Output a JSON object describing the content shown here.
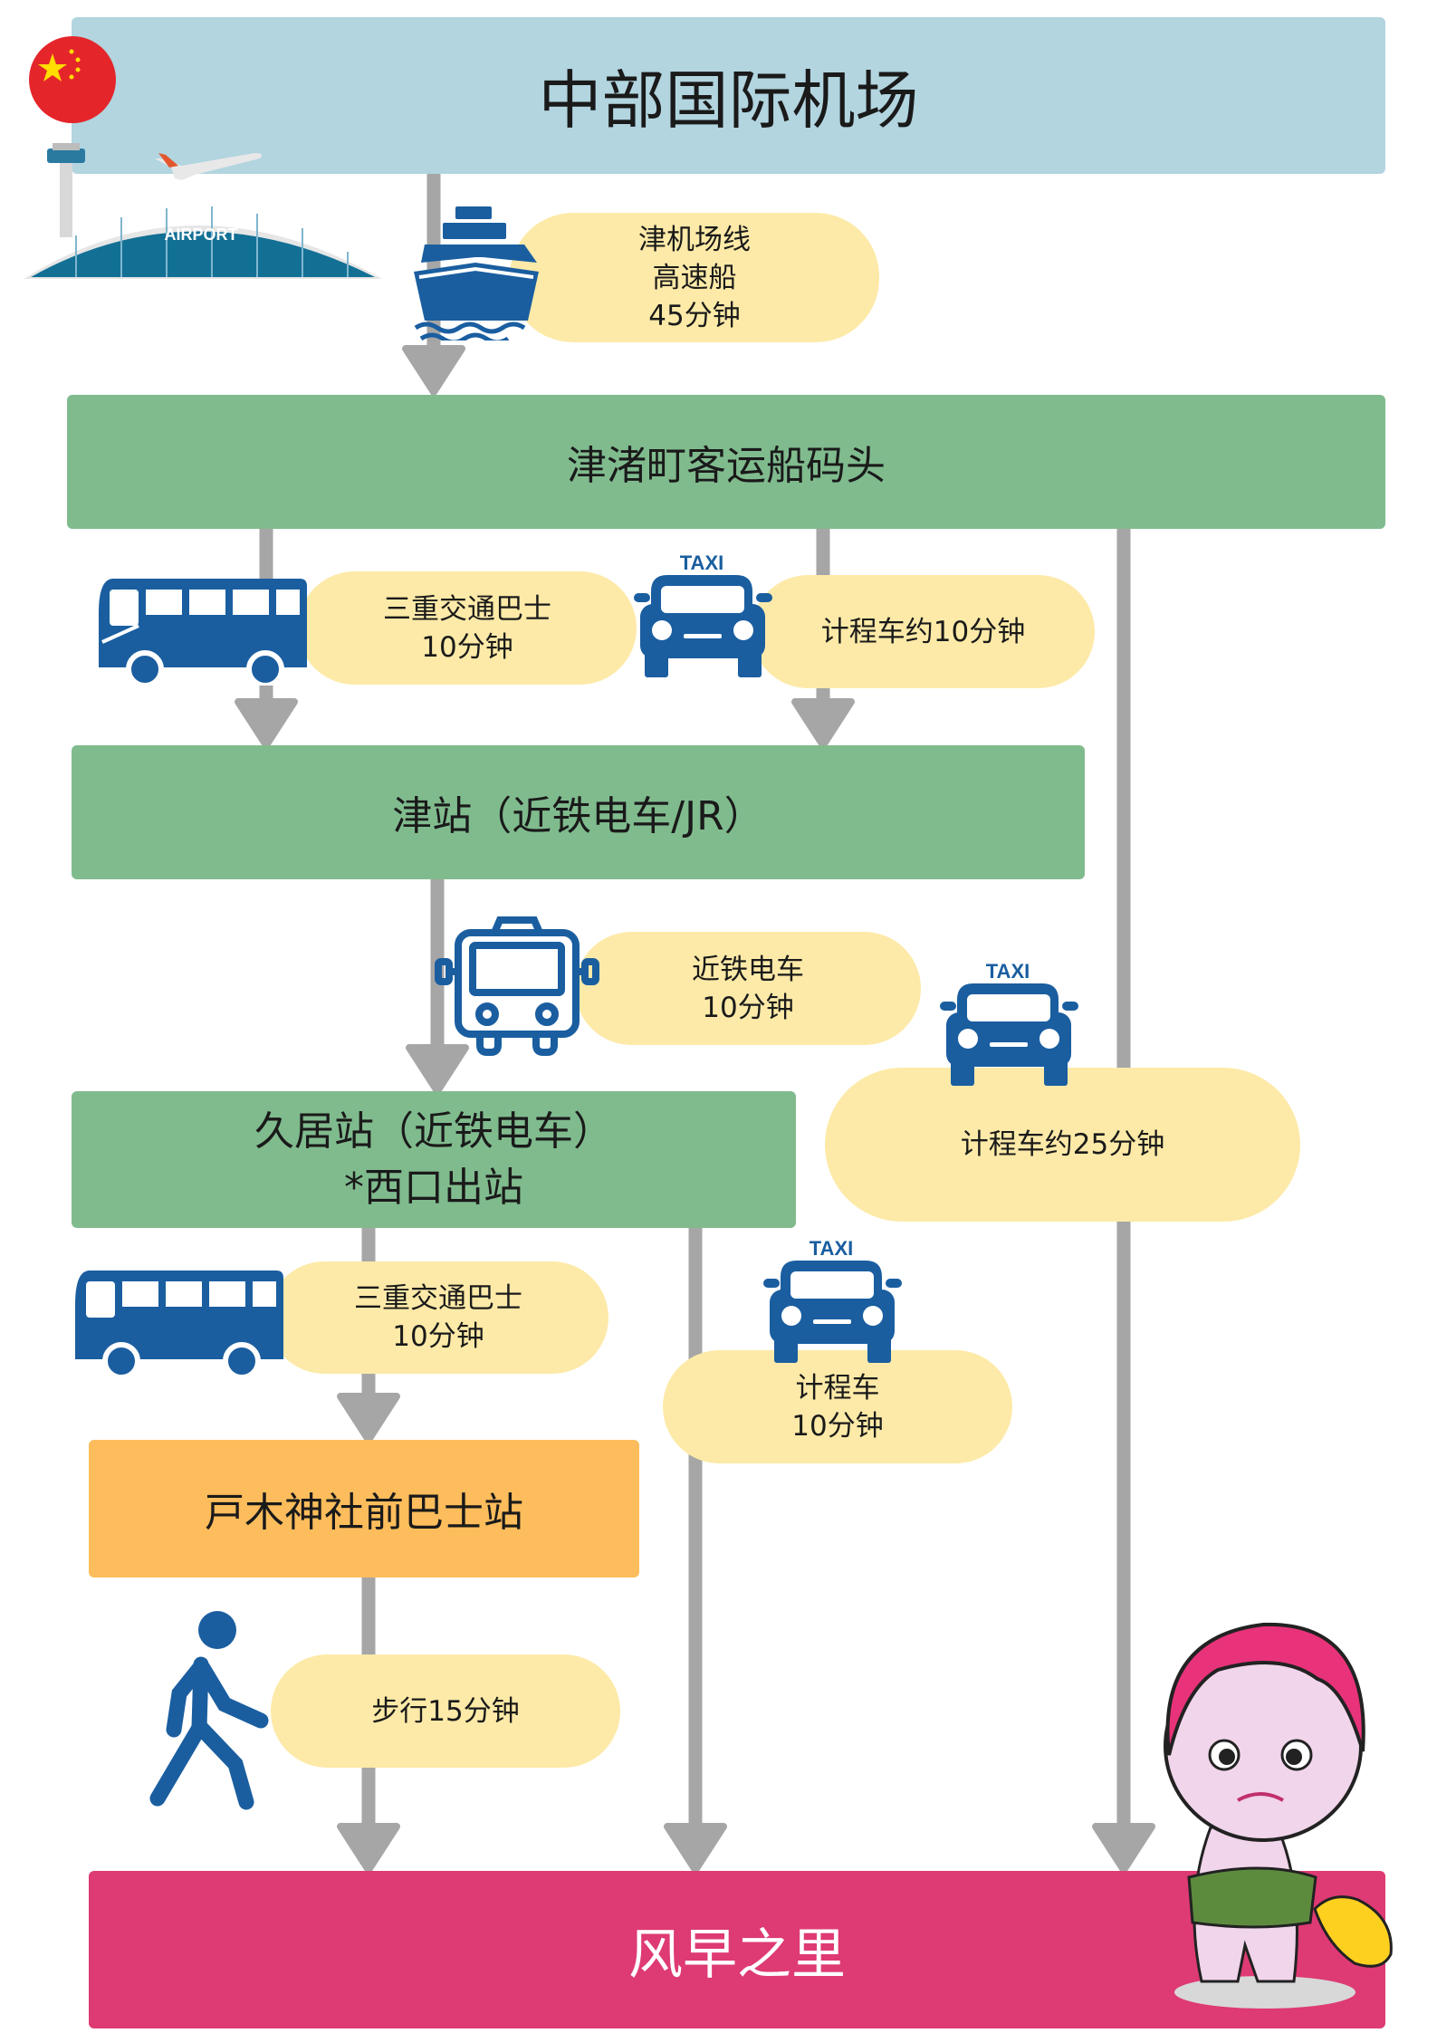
{
  "colors": {
    "header": "#b2d5e0",
    "green": "#80bb8e",
    "orange": "#fdbd5c",
    "pink": "#de3a74",
    "pill": "#fdeaa8",
    "icon_blue": "#1a5ea0",
    "arrow": "#a6a6a6"
  },
  "header": {
    "title": "中部国际机场",
    "airport_sign": "AIRPORT"
  },
  "stations": {
    "pier": "津渚町客运船码头",
    "tsu": "津站（近铁电车/JR）",
    "hisai_line1": "久居站（近铁电车）",
    "hisai_line2": "*西口出站",
    "bus_stop": "戸木神社前巴士站",
    "destination": "风早之里"
  },
  "legs": {
    "ferry": {
      "line1": "津机场线",
      "line2": "高速船",
      "line3": "45分钟"
    },
    "bus1": {
      "line1": "三重交通巴士",
      "line2": "10分钟"
    },
    "taxi1": {
      "text": "计程车约10分钟"
    },
    "train": {
      "line1": "近铁电车",
      "line2": "10分钟"
    },
    "taxi25": {
      "text": "计程车约25分钟"
    },
    "bus2": {
      "line1": "三重交通巴士",
      "line2": "10分钟"
    },
    "taxi2": {
      "line1": "计程车",
      "line2": "10分钟"
    },
    "walk": {
      "text": "步行15分钟"
    }
  },
  "taxi_sign": "TAXI"
}
